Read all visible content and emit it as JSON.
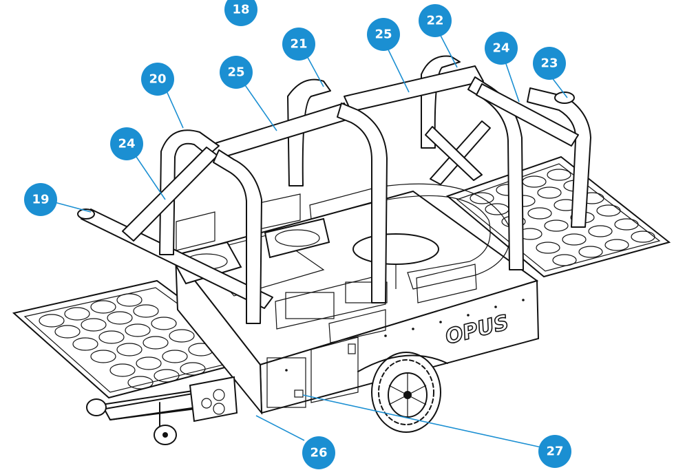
{
  "colors": {
    "callout": "#1b8fd2",
    "linework": "#111111",
    "background": "#ffffff"
  },
  "brand": {
    "logo": "OPUS"
  },
  "callouts": [
    {
      "label": "18"
    },
    {
      "label": "19"
    },
    {
      "label": "20"
    },
    {
      "label": "21"
    },
    {
      "label": "22"
    },
    {
      "label": "23"
    },
    {
      "label": "24"
    },
    {
      "label": "24"
    },
    {
      "label": "25"
    },
    {
      "label": "25"
    },
    {
      "label": "26"
    },
    {
      "label": "27"
    }
  ]
}
